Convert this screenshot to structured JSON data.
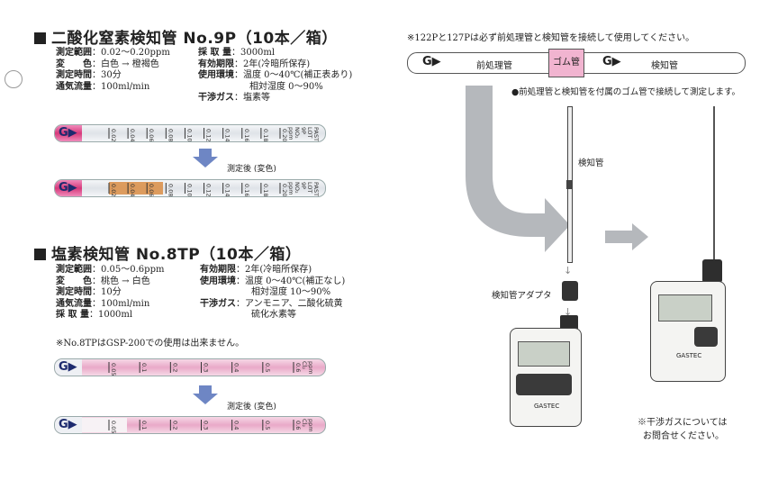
{
  "left": {
    "product1": {
      "title": "二酸化窒素検知管 No.9P（10本／箱）",
      "specs_col1": [
        {
          "k": "測定範囲",
          "v": "：0.02〜0.20ppm"
        },
        {
          "k": "変　　色",
          "v": "：白色 → 橙褐色"
        },
        {
          "k": "測定時間",
          "v": "：30分"
        },
        {
          "k": "通気流量",
          "v": "：100ml/min"
        }
      ],
      "specs_col2": [
        {
          "k": "採 取 量",
          "v": "：3000ml"
        },
        {
          "k": "有効期限",
          "v": "：2年(冷暗所保存)"
        },
        {
          "k": "使用環境",
          "v": "：温度 0〜40℃(補正表あり)"
        },
        {
          "k": "",
          "v": "相対湿度 0〜90%"
        },
        {
          "k": "干渉ガス",
          "v": "：塩素等"
        }
      ],
      "tube_ticks": [
        "0.02",
        "0.04",
        "0.06",
        "0.08",
        "0.10",
        "0.12",
        "0.14",
        "0.16",
        "0.18",
        "0.20"
      ],
      "tube_end_labels": [
        "ppm",
        "NO₂",
        "9P",
        "LOT",
        "PASTE"
      ],
      "after_label": "測定後 (変色)"
    },
    "product2": {
      "title": "塩素検知管 No.8TP（10本／箱）",
      "specs_col1": [
        {
          "k": "測定範囲",
          "v": "：0.05〜0.6ppm"
        },
        {
          "k": "変　　色",
          "v": "：桃色 → 白色"
        },
        {
          "k": "測定時間",
          "v": "：10分"
        },
        {
          "k": "通気流量",
          "v": "：100ml/min"
        },
        {
          "k": "採 取 量",
          "v": "：1000ml"
        }
      ],
      "specs_col2": [
        {
          "k": "有効期限",
          "v": "：2年(冷暗所保存)"
        },
        {
          "k": "使用環境",
          "v": "：温度 0〜40℃(補正なし)"
        },
        {
          "k": "",
          "v": "相対湿度 10〜90%"
        },
        {
          "k": "干渉ガス",
          "v": "：アンモニア、二酸化硫黄"
        },
        {
          "k": "",
          "v": "硫化水素等"
        }
      ],
      "note": "※No.8TPはGSP-200での使用は出来ません。",
      "tube_ticks": [
        "0.05",
        "0.1",
        "0.2",
        "0.3",
        "0.4",
        "0.5",
        "0.6"
      ],
      "tube_end_labels": [
        "Cl₂",
        "ppm"
      ],
      "after_label": "測定後 (変色)"
    }
  },
  "right": {
    "top_note": "※122Pと127Pは必ず前処理管と検知管を接続して使用してください。",
    "pretube_label": "前処理管",
    "rubber_label": "ゴム管",
    "detector_label": "検知管",
    "connect_note": "●前処理管と検知管を付属のゴム管で接続して測定します。",
    "tube_label": "検知管",
    "adapter_label": "検知管アダプタ",
    "brand": "GASTEC",
    "interference_note_1": "※干渉ガスについては",
    "interference_note_2": "お問合せください。",
    "g_mark": "G▶"
  },
  "colors": {
    "accent_pink": "#d63a7a",
    "orange": "#d9873a",
    "rubber_pink": "#e46aa6",
    "arrow_grey": "#b5b8bc",
    "arrow_blue": "#6e86c4"
  }
}
